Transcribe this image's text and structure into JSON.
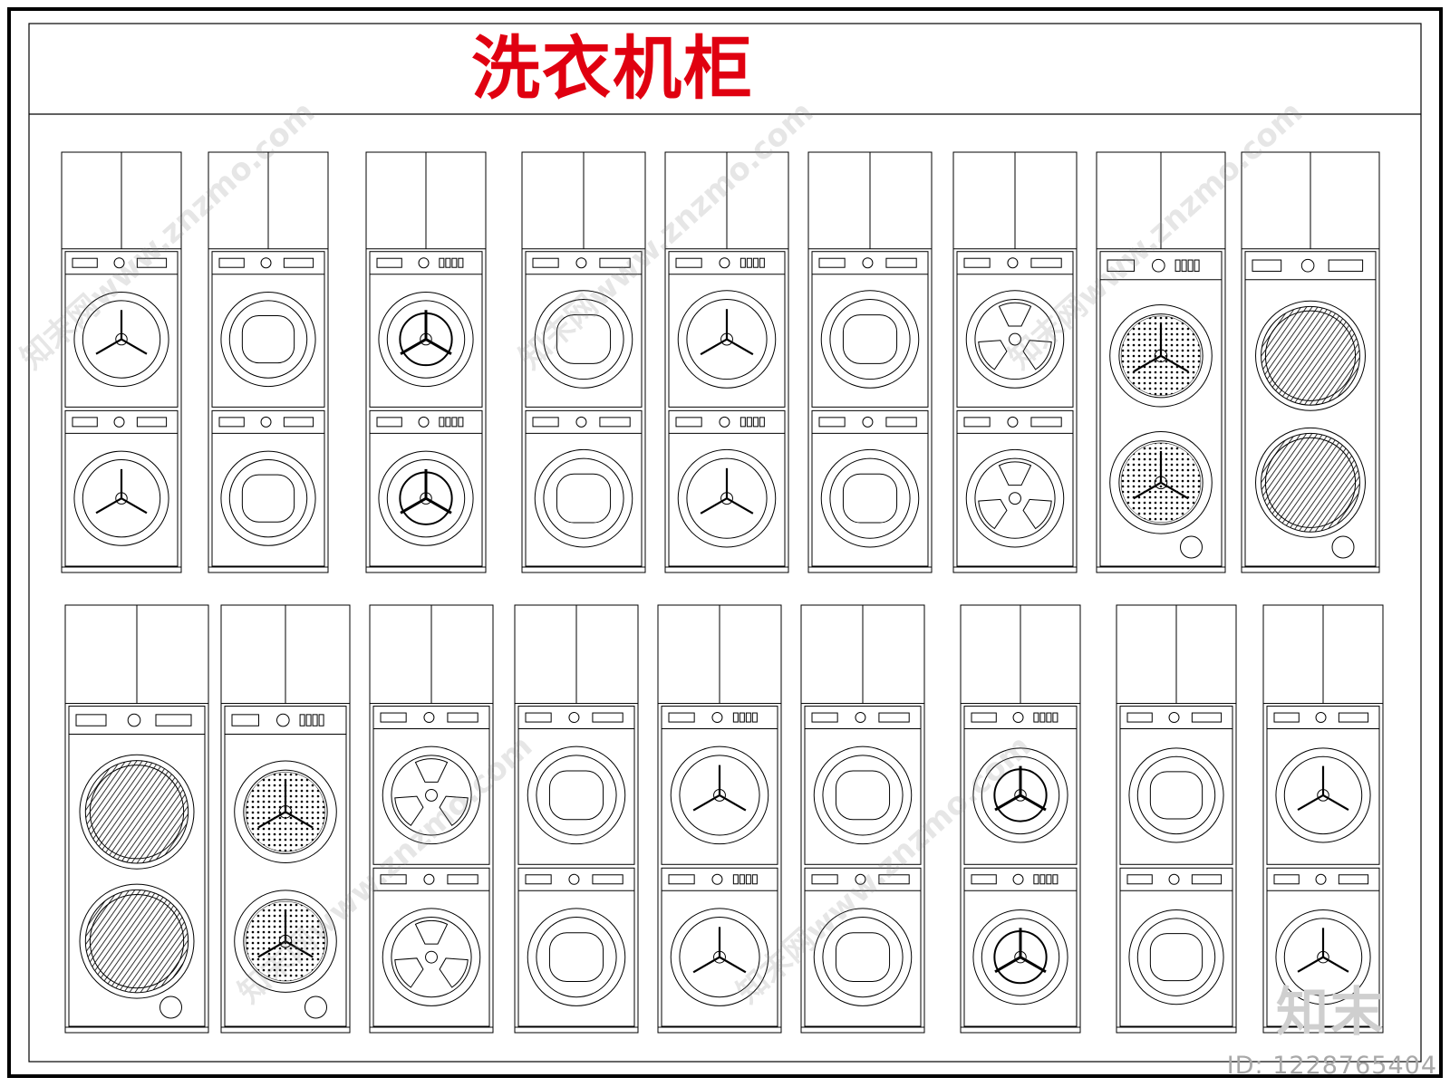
{
  "header": {
    "title": "洗衣机柜"
  },
  "watermark": {
    "logo_text": "知末",
    "id_text": "ID: 1228765404",
    "site_text": "知末网www.znzmo.com"
  },
  "cabinets": {
    "row1": [
      {
        "id": 1,
        "config": "stack",
        "style": "plain-tri"
      },
      {
        "id": 2,
        "config": "stack",
        "style": "dryer"
      },
      {
        "id": 3,
        "config": "stack",
        "style": "spoked"
      },
      {
        "id": 4,
        "config": "stack",
        "style": "flat"
      },
      {
        "id": 5,
        "config": "stack",
        "style": "tri-ctrl"
      },
      {
        "id": 6,
        "config": "stack",
        "style": "dryer-plain"
      },
      {
        "id": 7,
        "config": "stack",
        "style": "blade"
      },
      {
        "id": 8,
        "config": "double",
        "style": "dotted"
      },
      {
        "id": 9,
        "config": "double",
        "style": "hatched"
      }
    ],
    "row2": [
      {
        "id": 10,
        "config": "double",
        "style": "hatched"
      },
      {
        "id": 11,
        "config": "double",
        "style": "dotted"
      },
      {
        "id": 12,
        "config": "stack",
        "style": "blade"
      },
      {
        "id": 13,
        "config": "stack",
        "style": "dryer"
      },
      {
        "id": 14,
        "config": "stack",
        "style": "tri-ctrl"
      },
      {
        "id": 15,
        "config": "stack",
        "style": "flat"
      },
      {
        "id": 16,
        "config": "stack",
        "style": "spoked"
      },
      {
        "id": 17,
        "config": "stack",
        "style": "dryer"
      },
      {
        "id": 18,
        "config": "stack",
        "style": "plain-tri"
      }
    ]
  }
}
